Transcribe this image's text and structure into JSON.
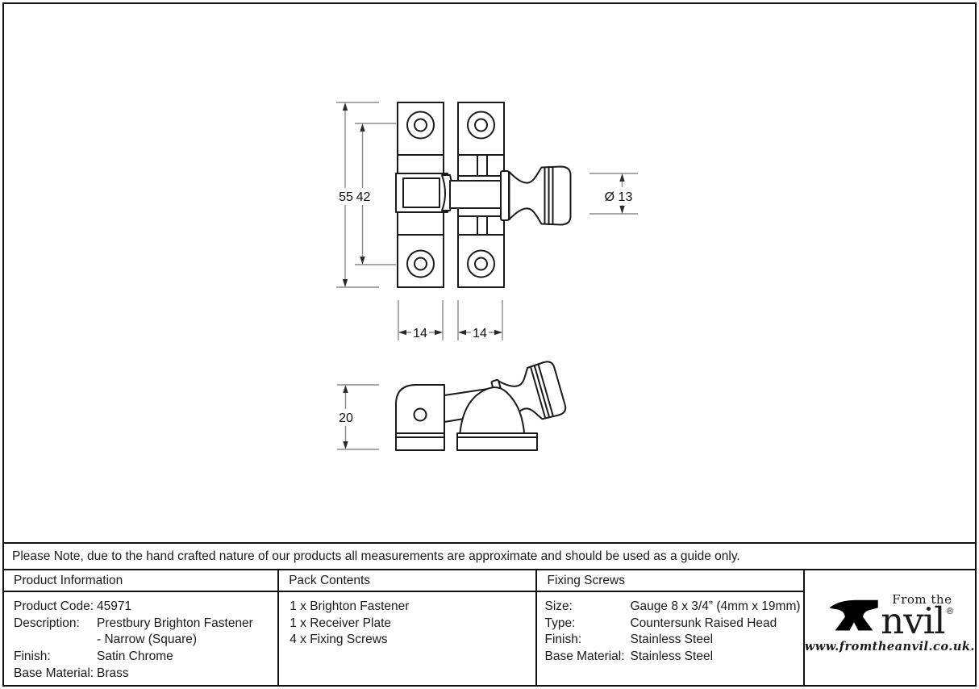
{
  "note": "Please Note, due to the hand crafted nature of our products all measurements are approximate and should be used as a guide only.",
  "drawing": {
    "front_view": {
      "dim_height_overall": "55",
      "dim_height_inner": "42",
      "dim_knob_diameter": "Ø 13",
      "dim_plate_width_left": "14",
      "dim_plate_width_right": "14"
    },
    "side_view": {
      "dim_depth": "20"
    }
  },
  "product_information": {
    "title": "Product Information",
    "rows": [
      {
        "label": "Product Code:",
        "value": "45971"
      },
      {
        "label": "Description:",
        "value": "Prestbury Brighton Fastener"
      },
      {
        "label": "",
        "value": "- Narrow (Square)"
      },
      {
        "label": "Finish:",
        "value": "Satin Chrome"
      },
      {
        "label": "Base Material:",
        "value": "Brass"
      }
    ]
  },
  "pack_contents": {
    "title": "Pack Contents",
    "items": [
      "1 x Brighton Fastener",
      "1 x Receiver Plate",
      "4 x Fixing Screws"
    ]
  },
  "fixing_screws": {
    "title": "Fixing Screws",
    "rows": [
      {
        "label": "Size:",
        "value": "Gauge 8 x 3/4” (4mm x 19mm)"
      },
      {
        "label": "Type:",
        "value": "Countersunk Raised Head"
      },
      {
        "label": "Finish:",
        "value": "Stainless Steel"
      },
      {
        "label": "Base Material:",
        "value": "Stainless Steel"
      }
    ]
  },
  "logo": {
    "tagline": "From the",
    "brand": "Anvil",
    "brand_text_part": "nvil",
    "registered_mark": "®",
    "website": "www.fromtheanvil.co.uk."
  },
  "colors": {
    "ink": "#1a1a1a",
    "dimension_line": "#8a8a8a",
    "background": "#ffffff"
  }
}
